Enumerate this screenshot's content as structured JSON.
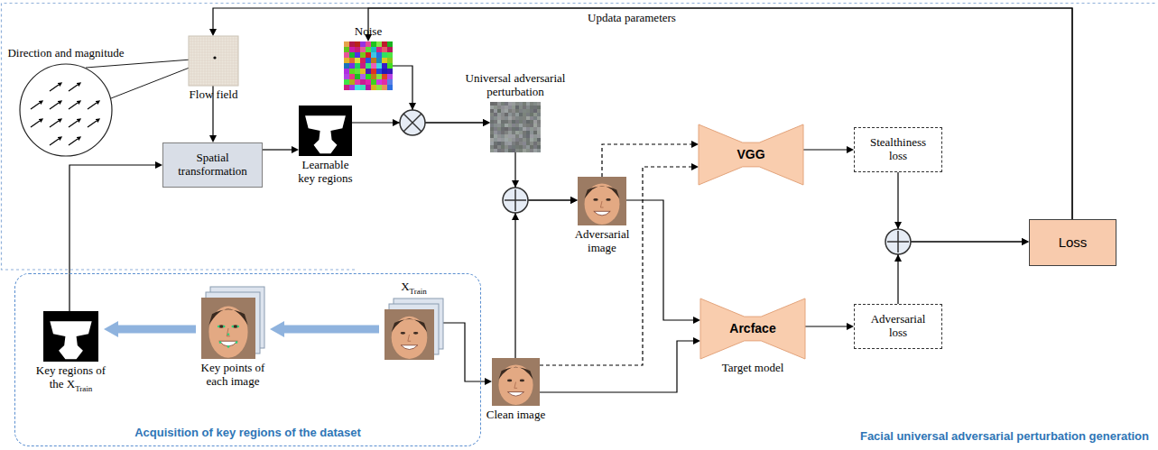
{
  "diagram": {
    "nodes": [
      {
        "text": [
          "Direction and magnitude"
        ]
      },
      {
        "text": [
          "Flow field"
        ]
      },
      {
        "text": [
          "Noise"
        ]
      },
      {
        "text": [
          "Universal adversarial perturbation"
        ]
      },
      {
        "text": [
          "Spatial transformation"
        ]
      },
      {
        "text": [
          "Learnable key regions"
        ]
      },
      {
        "text": [
          "Adversarial image"
        ]
      },
      {
        "text": [
          "VGG"
        ]
      },
      {
        "text": [
          "Stealthiness loss"
        ]
      },
      {
        "text": [
          "Loss"
        ]
      },
      {
        "text": [
          "Arcface",
          "Target model"
        ]
      },
      {
        "text": [
          "Adversarial loss"
        ]
      },
      {
        "text": [
          "Acquisition of key regions of the dataset"
        ]
      },
      {
        "text": [
          "Key regions of the X",
          "Train"
        ],
        "in": 12
      },
      {
        "text": [
          "Key points of each image"
        ],
        "in": 12
      },
      {
        "text": [
          "X",
          "Train"
        ],
        "in": 12
      },
      {
        "text": [
          "Clean image"
        ]
      }
    ],
    "edges": [
      {
        "from": 1,
        "to": 4,
        "arrow": "to"
      },
      {
        "from": 13,
        "to": 4,
        "arrow": "to"
      },
      {
        "from": 4,
        "to": 5,
        "arrow": "to"
      },
      {
        "from": 2,
        "to": 3,
        "arrow": "to"
      },
      {
        "from": 5,
        "to": 3,
        "arrow": "to"
      },
      {
        "from": 3,
        "to": 6,
        "arrow": "to"
      },
      {
        "from": 16,
        "to": 6,
        "arrow": "to"
      },
      {
        "from": 6,
        "to": 7,
        "arrow": "to"
      },
      {
        "from": 16,
        "to": 7,
        "arrow": "to"
      },
      {
        "from": 6,
        "to": 10,
        "arrow": "to"
      },
      {
        "from": 16,
        "to": 10,
        "arrow": "to"
      },
      {
        "from": 7,
        "to": 8,
        "arrow": "to"
      },
      {
        "from": 10,
        "to": 11,
        "arrow": "to"
      },
      {
        "from": 8,
        "to": 9,
        "arrow": "to"
      },
      {
        "from": 11,
        "to": 9,
        "arrow": "to"
      },
      {
        "from": 9,
        "to": 1,
        "arrow": "to"
      },
      {
        "from": 9,
        "to": 2,
        "arrow": "to"
      },
      {
        "from": 15,
        "to": 14,
        "arrow": "to"
      },
      {
        "from": 14,
        "to": 13,
        "arrow": "to"
      },
      {
        "from": 15,
        "to": 16,
        "arrow": "to"
      }
    ],
    "labels": [
      "Updata parameters",
      "Facial universal adversarial perturbation generation"
    ]
  }
}
